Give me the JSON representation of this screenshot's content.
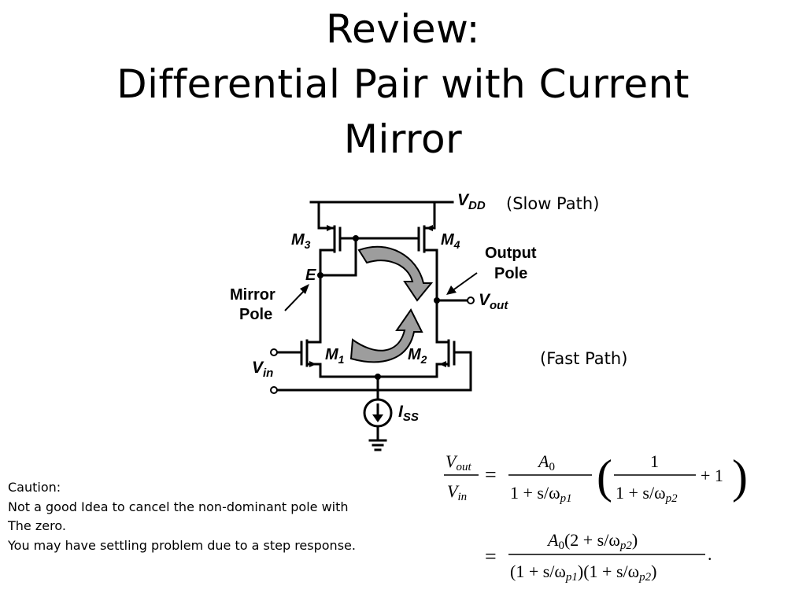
{
  "title": {
    "line1": "Review:",
    "line2": "Differential Pair with Current",
    "line3": "Mirror"
  },
  "circuit": {
    "vdd": "V",
    "vdd_sub": "DD",
    "m3": "M",
    "m3_sub": "3",
    "m4": "M",
    "m4_sub": "4",
    "m1": "M",
    "m1_sub": "1",
    "m2": "M",
    "m2_sub": "2",
    "node_e": "E",
    "mirror_pole_1": "Mirror",
    "mirror_pole_2": "Pole",
    "output_pole_1": "Output",
    "output_pole_2": "Pole",
    "vout": "V",
    "vout_sub": "out",
    "vin": "V",
    "vin_sub": "in",
    "iss": "I",
    "iss_sub": "SS"
  },
  "labels": {
    "slow_path": "(Slow Path)",
    "fast_path": "(Fast Path)"
  },
  "caution": {
    "line1": "Caution:",
    "line2": "Not a good Idea to cancel the non-dominant pole with",
    "line3": "The zero.",
    "line4": "You may have settling problem due to a step response."
  },
  "formula": {
    "vout": "V",
    "vout_sub": "out",
    "vin": "V",
    "vin_sub": "in",
    "eq": "=",
    "a0": "A",
    "a0_sub": "0",
    "den1": "1 + s/ω",
    "den1_sub": "p1",
    "one": "1",
    "den2": "1 + s/ω",
    "den2_sub": "p2",
    "plus_one": "+ 1",
    "num2": "(2 + s/ω",
    "num2_sub": "p2",
    "num2_close": ")",
    "den3a": "(1 + s/ω",
    "den3a_sub": "p1",
    "den3b": ")(1 + s/ω",
    "den3b_sub": "p2",
    "den3c": ")",
    "period": "."
  }
}
